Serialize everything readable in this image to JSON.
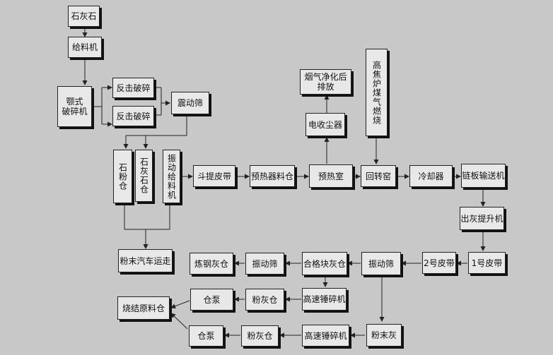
{
  "nodes": {
    "limestone": "石灰石",
    "feeder": "给料机",
    "jaw_crusher": "颚式\n破碎机",
    "impact_crusher_1": "反击破碎",
    "impact_crusher_2": "反击破碎",
    "vibrating_screen_top": "震动筛",
    "stone_powder_bin": "石粉仓",
    "limestone_bin": "石灰石仓",
    "vibrating_feeder": "振动给料机",
    "bucket_elevator": "斗提皮带",
    "preheater_bin": "预热器料仓",
    "preheater": "预热室",
    "esp": "电收尘器",
    "flue_gas_exhaust": "烟气净化后排放",
    "coal_gas_combustion": "高焦炉煤气燃烧",
    "rotary_kiln": "回转窑",
    "cooler": "冷却器",
    "chain_conveyor": "链板输送机",
    "ash_elevator": "出灰提升机",
    "belt_1": "1号皮带",
    "belt_2": "2号皮带",
    "vibrating_screen": "振动筛",
    "qualified_lime_bin": "合格块灰仓",
    "vibrating_screen_2": "振动筛",
    "steelmaking_lime_bin": "炼钢灰仓",
    "powder_truck": "粉末汽车运走",
    "high_speed_crusher_1": "高速锤碎机",
    "powder_bin_1": "粉灰仓",
    "silo_pump_1": "仓泵",
    "sinter_raw_bin": "烧结原料仓",
    "fine_lime": "粉末灰",
    "high_speed_crusher_2": "高速锤碎机",
    "powder_bin_2": "粉灰仓",
    "silo_pump_2": "仓泵"
  }
}
